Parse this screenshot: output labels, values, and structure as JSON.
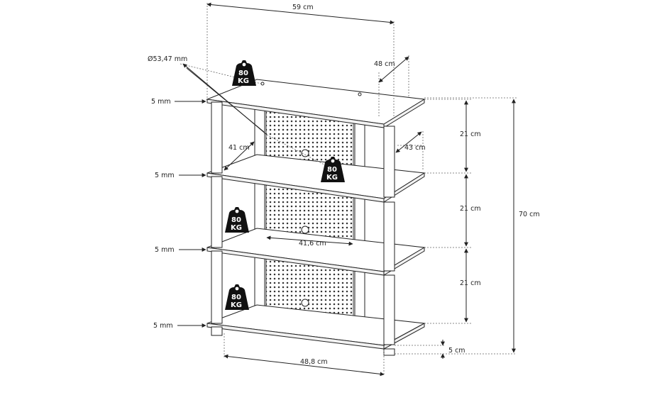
{
  "dimensions": {
    "width_top": "59 cm",
    "depth_top": "48 cm",
    "diameter": "Ø53,47 mm",
    "inner_depth": "41 cm",
    "inner_side": "43 cm",
    "panel_width": "41,6 cm",
    "bottom_width": "48,8 cm",
    "height_total": "70 cm",
    "gap_1": "21 cm",
    "gap_2": "21 cm",
    "gap_3": "21 cm",
    "foot_height": "5 cm"
  },
  "glass_thickness": {
    "shelf_1": "5 mm",
    "shelf_2": "5 mm",
    "shelf_3": "5 mm",
    "shelf_4": "5 mm"
  },
  "load_weights": {
    "shelf_1": {
      "value": "80",
      "unit": "KG"
    },
    "shelf_2": {
      "value": "80",
      "unit": "KG"
    },
    "shelf_3": {
      "value": "80",
      "unit": "KG"
    },
    "shelf_4": {
      "value": "80",
      "unit": "KG"
    }
  },
  "colors": {
    "line": "#222222",
    "weight_fill": "#111111",
    "weight_text": "#ffffff",
    "background": "#ffffff"
  },
  "icons": [
    "weight-icon",
    "arrow-icon"
  ]
}
